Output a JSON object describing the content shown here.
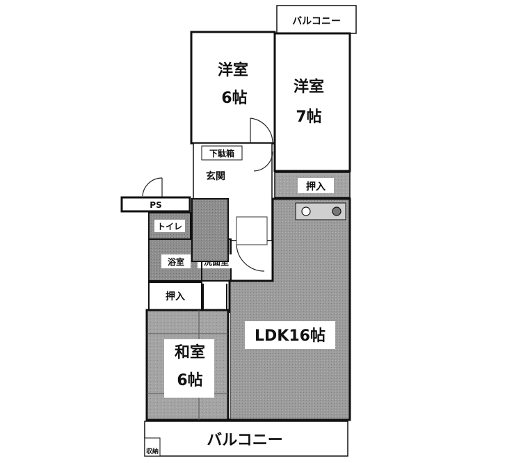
{
  "rooms": {
    "western_6": {
      "name": "洋室",
      "size": "6帖"
    },
    "western_7": {
      "name": "洋室",
      "size": "7帖"
    },
    "ldk": {
      "label": "LDK16帖"
    },
    "japanese_6": {
      "name": "和室",
      "size": "6帖"
    },
    "entrance": "玄関",
    "shoe_box": "下駄箱",
    "toilet": "トイレ",
    "bath": "浴室",
    "washroom": "洗面室",
    "closet_upper": "押入",
    "closet_lower": "押入",
    "ps": "PS",
    "balcony_top": "バルコニー",
    "balcony_bottom": "バルコニー",
    "storage": "収納"
  },
  "colors": {
    "floor_gray": "#9a9a9a",
    "wet_gray": "#8c8c8c",
    "tatami_gray": "#a3a3a3",
    "wall": "#111111",
    "white": "#ffffff"
  }
}
